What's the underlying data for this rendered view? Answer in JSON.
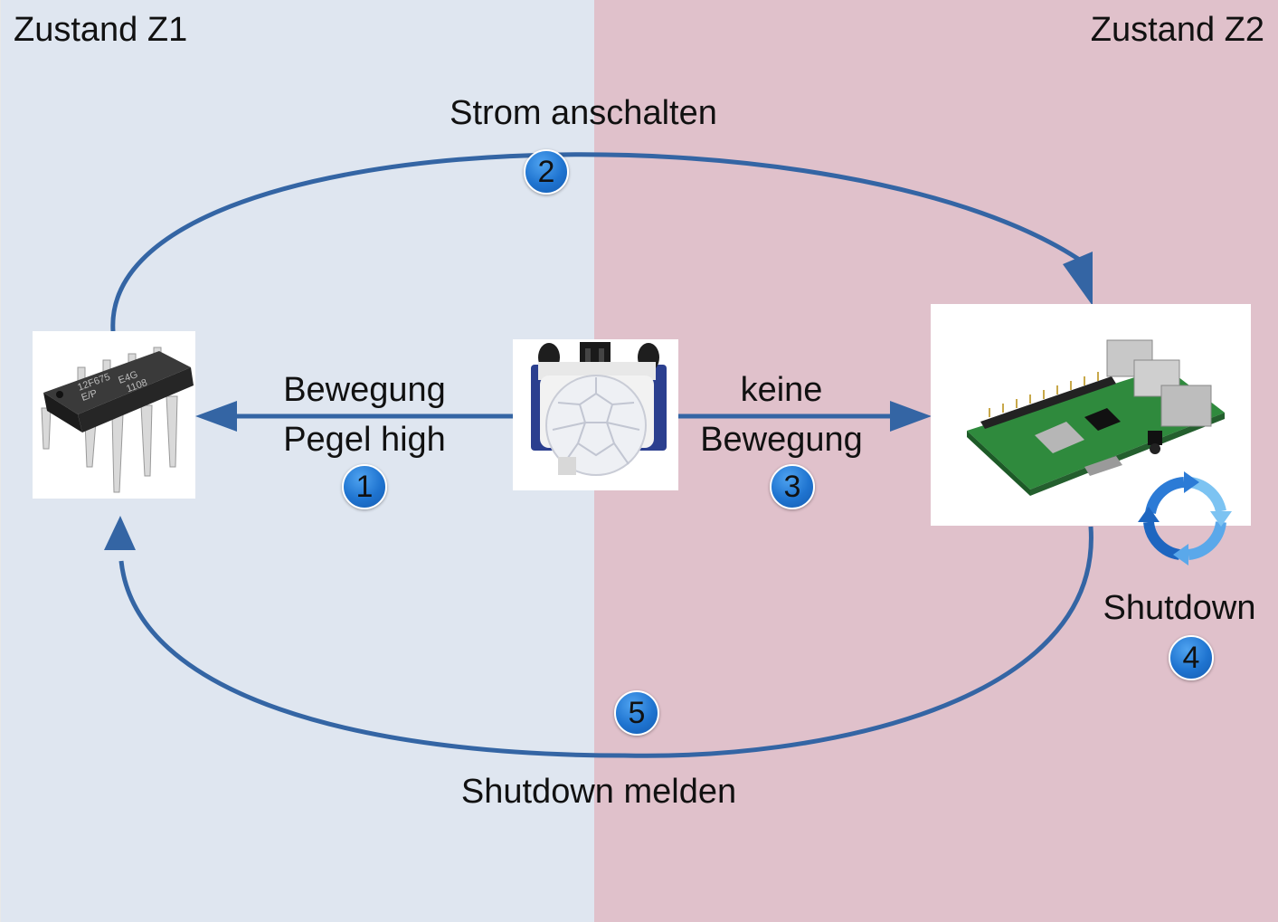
{
  "zones": {
    "left_title": "Zustand Z1",
    "right_title": "Zustand Z2"
  },
  "colors": {
    "zone_left": "#dfe6f0",
    "zone_right": "#e0c1cb",
    "arrow": "#3465a4",
    "badge": "#1f74d0"
  },
  "edges": {
    "strom": {
      "label": "Strom anschalten",
      "step": "2"
    },
    "bewegung": {
      "label_line1": "Bewegung",
      "label_line2": "Pegel high",
      "step": "1"
    },
    "keine": {
      "label_line1": "keine",
      "label_line2": "Bewegung",
      "step": "3"
    },
    "shutdown": {
      "label": "Shutdown",
      "step": "4"
    },
    "melden": {
      "label": "Shutdown melden",
      "step": "5"
    }
  },
  "nodes": {
    "chip": {
      "icon": "microcontroller-chip-icon",
      "marking_line1": "12F675",
      "marking_line2": "E/P",
      "marking_line3": "1108",
      "marking_extra": "E4G"
    },
    "sensor": {
      "icon": "pir-motion-sensor-icon"
    },
    "pi": {
      "icon": "raspberry-pi-board-icon"
    },
    "cycle": {
      "icon": "refresh-cycle-icon"
    }
  }
}
